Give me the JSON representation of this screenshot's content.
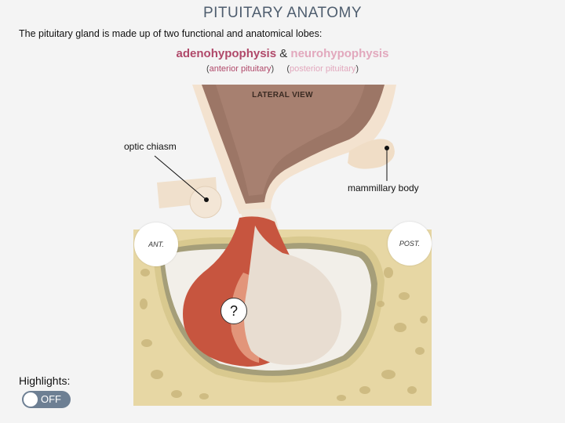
{
  "header": {
    "title": "PITUITARY ANATOMY",
    "intro": "The pituitary gland is made up of two functional and anatomical lobes:"
  },
  "lobes": {
    "anterior_name": "adenohypophysis",
    "connector": "&",
    "posterior_name": "neurohypophysis",
    "anterior_sub": "anterior pituitary",
    "posterior_sub": "posterior pituitary",
    "paren_open": "(",
    "paren_close": ")"
  },
  "diagram": {
    "view_label": "LATERAL VIEW",
    "labels": {
      "optic_chiasm": "optic chiasm",
      "mammillary_body": "mammillary body",
      "anterior_tag": "ANT.",
      "posterior_tag": "POST."
    },
    "hotspot": "?"
  },
  "controls": {
    "highlights_label": "Highlights:",
    "toggle_state": "OFF"
  },
  "colors": {
    "title": "#4e5d6e",
    "adeno": "#b0496a",
    "neuro": "#e2a8bd",
    "toggle": "#6d7f93"
  }
}
